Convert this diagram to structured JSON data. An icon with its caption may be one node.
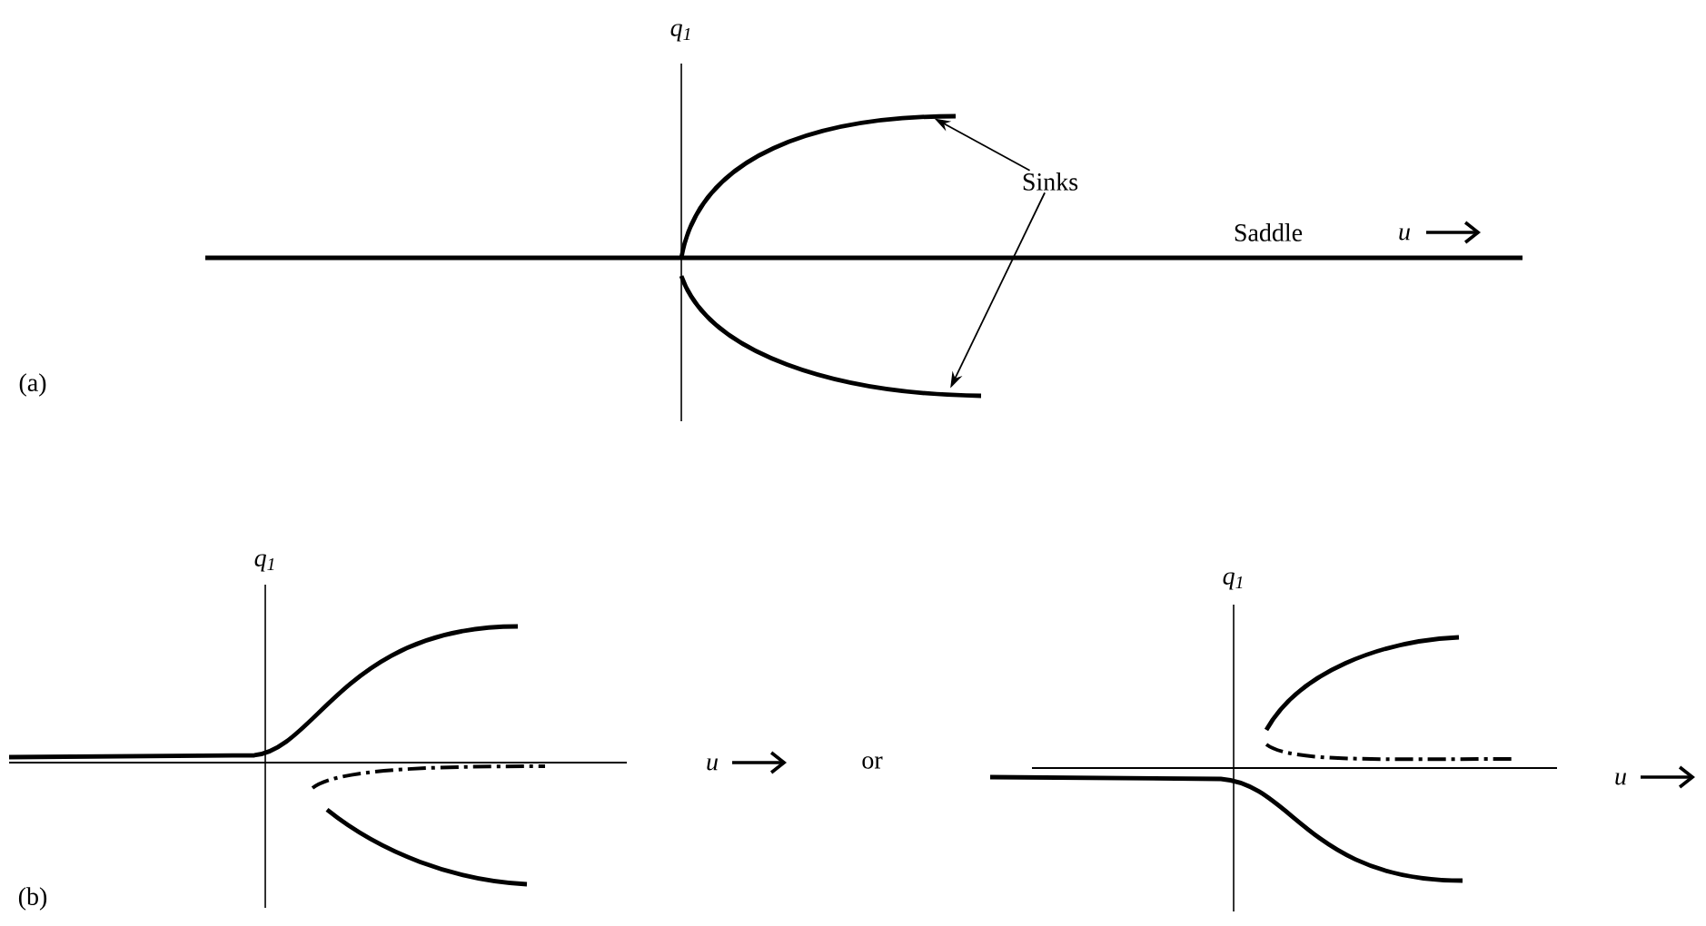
{
  "diagram": {
    "nodes": [
      {
        "text": [
          "Sinks"
        ]
      },
      {
        "text": [],
        "shape": "curve"
      },
      {
        "text": [],
        "shape": "curve"
      }
    ],
    "edges": [
      {
        "from": 0,
        "to": 1,
        "arrow": "to"
      },
      {
        "from": 0,
        "to": 2,
        "arrow": "to"
      }
    ],
    "labels": [
      "q$_{1}$",
      "Saddle",
      "u",
      "(a)",
      "q$_{1}$",
      "q$_{1}$",
      "u",
      "or",
      "u",
      "(b)"
    ]
  }
}
